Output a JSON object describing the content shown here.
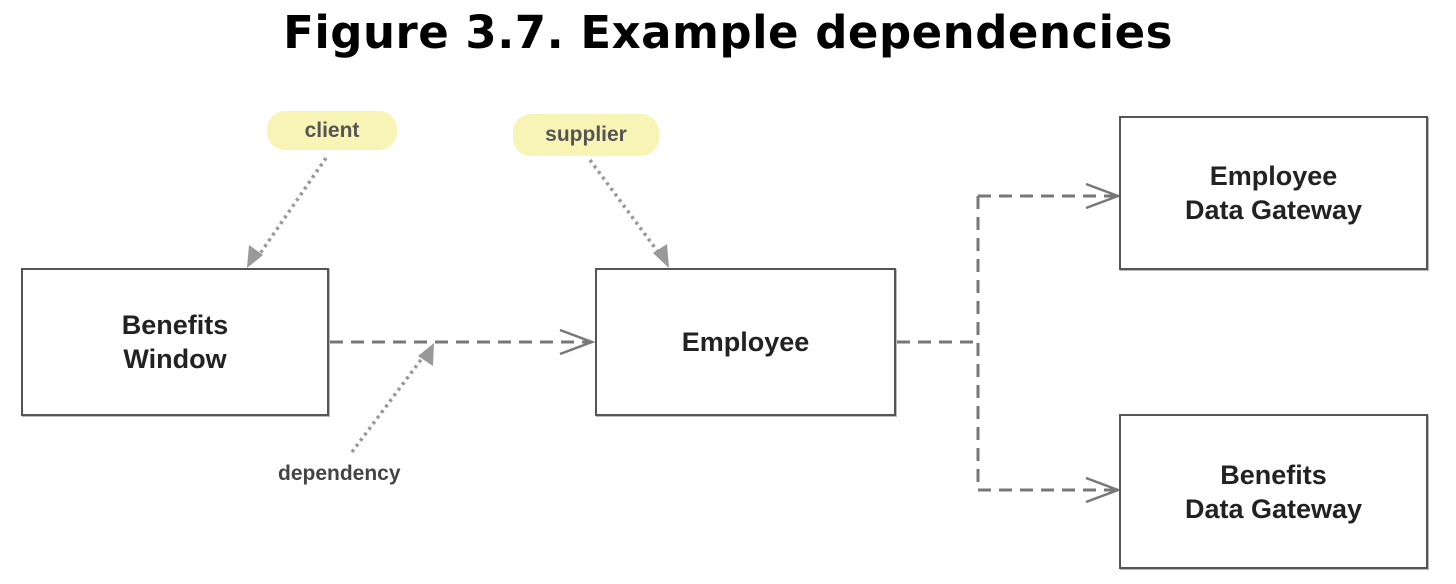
{
  "figure": {
    "title": "Figure 3.7. Example dependencies"
  },
  "nodes": {
    "benefits_window": {
      "line1": "Benefits",
      "line2": "Window"
    },
    "employee": {
      "line1": "Employee"
    },
    "employee_data_gateway": {
      "line1": "Employee",
      "line2": "Data Gateway"
    },
    "benefits_data_gateway": {
      "line1": "Benefits",
      "line2": "Data Gateway"
    }
  },
  "annotations": {
    "client": "client",
    "supplier": "supplier",
    "dependency": "dependency"
  },
  "colors": {
    "note_fill": "#f7f4b5",
    "dependency_line": "#777777",
    "pointer_line": "#999999"
  }
}
